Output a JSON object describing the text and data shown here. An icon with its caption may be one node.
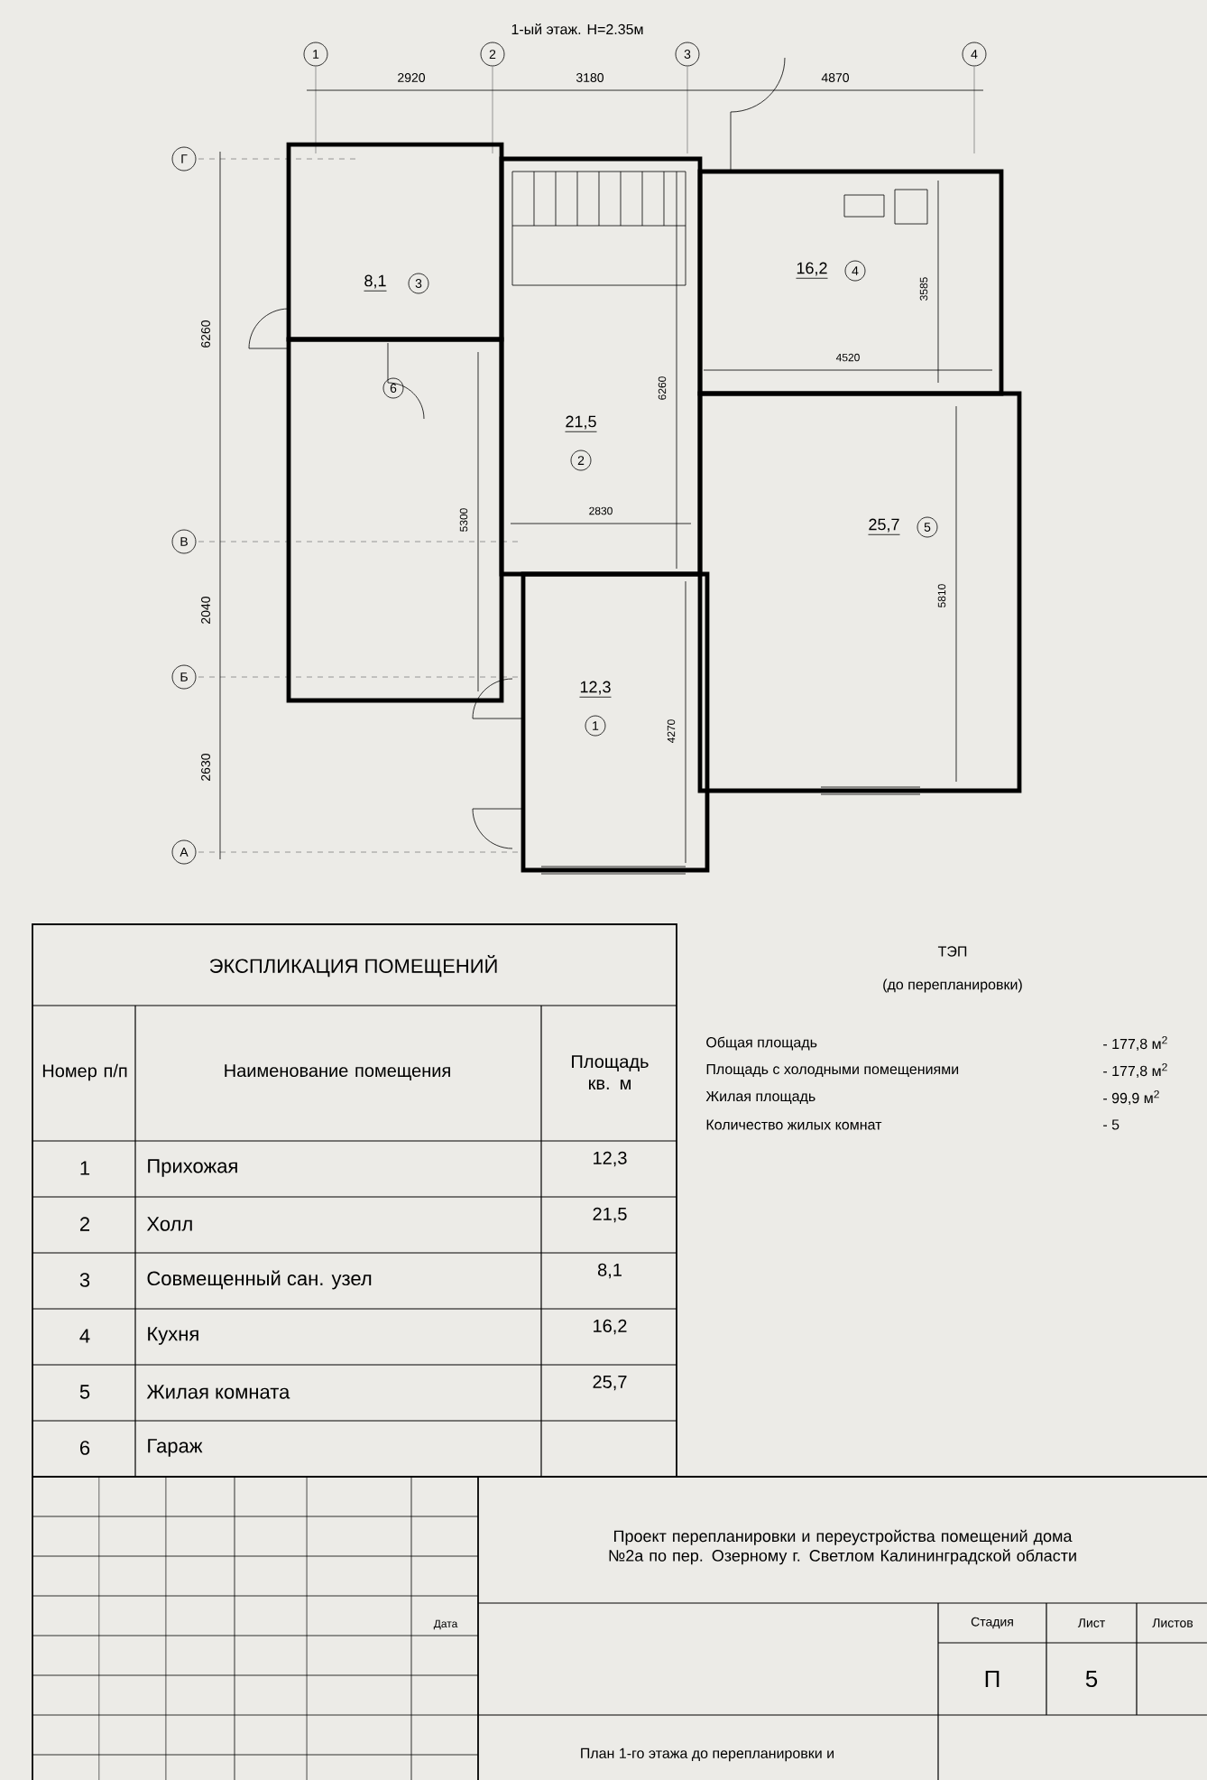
{
  "diagram": {
    "nodes": [
      {
        "text": [
          "8,1",
          "3"
        ]
      },
      {
        "text": [
          "21,5",
          "2"
        ]
      },
      {
        "text": [
          "16,2",
          "4"
        ]
      },
      {
        "text": [
          "6"
        ]
      },
      {
        "text": [
          "25,7",
          "5"
        ]
      },
      {
        "text": [
          "12,3",
          "1"
        ]
      }
    ],
    "labels": [
      "1-ый этаж. Н=2.35м",
      "1",
      "2",
      "3",
      "4",
      "2920",
      "3180",
      "4870",
      "Г",
      "6260",
      "3585",
      "6260",
      "4520",
      "5300",
      "2830",
      "5810",
      "В",
      "2040",
      "Б",
      "4270",
      "2630",
      "А",
      "ЭКСПЛИКАЦИЯ ПОМЕЩЕНИЙ",
      "Номер п/п",
      "Наименование помещения",
      "Площадь кв. м",
      "1",
      "Прихожая",
      "12,3",
      "2",
      "Холл",
      "21,5",
      "3",
      "Совмещенный сан. узел",
      "8,1",
      "4",
      "Кухня",
      "16,2",
      "5",
      "Жилая комната",
      "25,7",
      "6",
      "Гараж",
      "ТЭП",
      "(до перепланировки)",
      "Общая площадь",
      "- 177,8 м$^{2}$",
      "Площадь с холодными помещениями",
      "- 177,8 м$^{2}$",
      "Жилая площадь",
      "- 99,9 м$^{2}$",
      "Количество жилых комнат",
      "- 5",
      "Проект перепланировки и переустройства помещений дома №2а по пер. Озерному г. Светлом Калининградской области",
      "Дата",
      "Стадия",
      "Лист",
      "Листов",
      "П",
      "5",
      "План 1-го этажа до перепланировки и"
    ]
  }
}
